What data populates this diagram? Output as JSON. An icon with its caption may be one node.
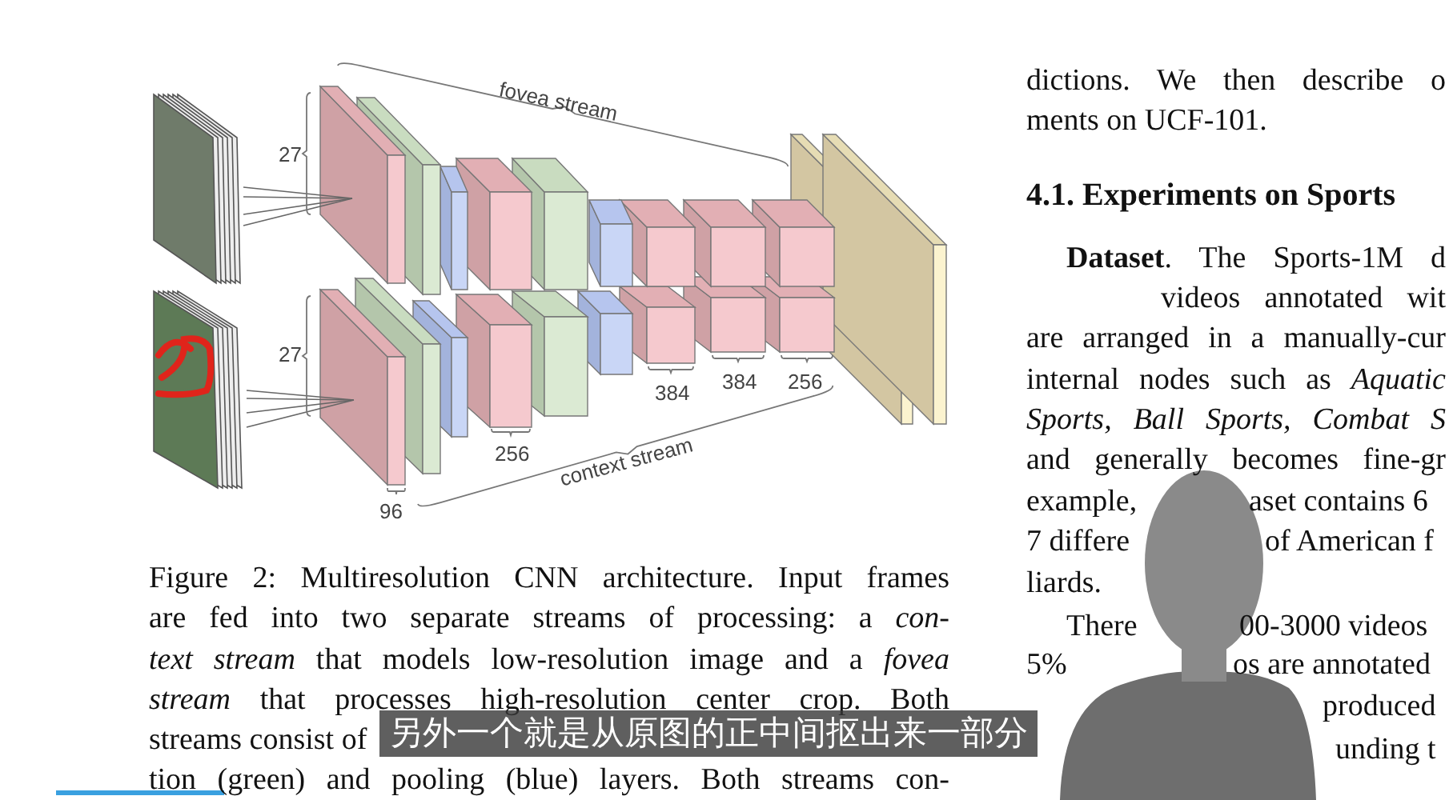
{
  "diagram": {
    "labels": [
      "fovea stream",
      "27",
      "27",
      "384",
      "384",
      "256",
      "256",
      "96",
      "context stream",
      "Figure 2: Multiresolution CNN architecture. Input frames",
      "are fed into two separate streams of processing: a *con-*",
      "*text stream* that models low-resolution image and a *fovea*",
      "*stream* that processes high-resolution center crop. Both",
      "streams consist of",
      "tion (green) and pooling (blue) layers. Both streams con-",
      "另外一个就是从原图的正中间抠出来一部分",
      "dictions.  We then describe o",
      "ments on UCF-101.",
      "4.1. Experiments on Sports",
      "**Dataset**.  The Sports-1M d",
      "videos annotated wit",
      "are arranged in a manually-cur",
      "internal nodes such as *Aquatic*",
      "*Sports, Ball Sports, Combat S*",
      "and generally becomes fine-gr",
      "example,",
      "aset contains 6",
      "7 differe",
      "of American f",
      "liards.",
      "There",
      "00-3000 videos",
      "5%",
      "os are annotated",
      "produced",
      "unding t"
    ]
  }
}
